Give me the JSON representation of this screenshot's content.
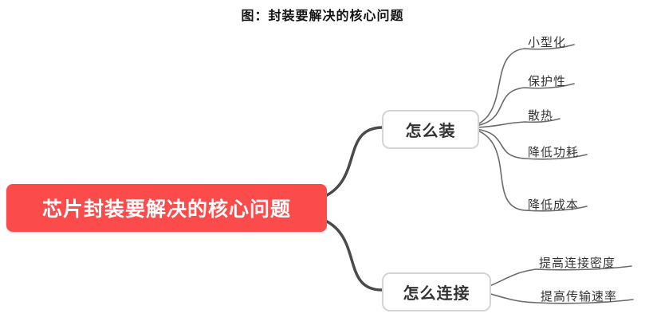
{
  "figure_title": "图：封装要解决的核心问题",
  "root": {
    "label": "芯片封装要解决的核心问题",
    "color": "#fb4b4b"
  },
  "branches": [
    {
      "label": "怎么装",
      "children": [
        "小型化",
        "保护性",
        "散热",
        "降低功耗",
        "降低成本"
      ]
    },
    {
      "label": "怎么连接",
      "children": [
        "提高连接密度",
        "提高传输速率"
      ]
    }
  ],
  "colors": {
    "main_edge": "#4a4a4a",
    "sub_edge": "#6a6a6a",
    "branch_border": "#d4d4d4"
  }
}
